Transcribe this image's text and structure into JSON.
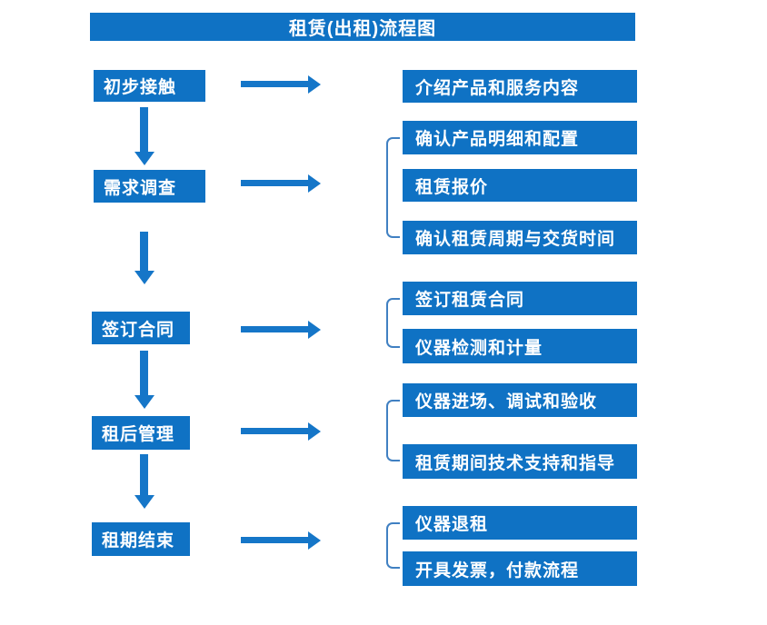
{
  "title": "租赁(出租)流程图",
  "colors": {
    "box_blue": "#0f72c4",
    "arrow_blue": "#1576c8",
    "bracket_blue": "#4080c2",
    "text_white": "#ffffff",
    "background": "#ffffff"
  },
  "stages": [
    {
      "label": "初步接触",
      "outputs": [
        "介绍产品和服务内容"
      ]
    },
    {
      "label": "需求调查",
      "outputs": [
        "确认产品明细和配置",
        "租赁报价",
        "确认租赁周期与交货时间"
      ]
    },
    {
      "label": "签订合同",
      "outputs": [
        "签订租赁合同",
        "仪器检测和计量"
      ]
    },
    {
      "label": "租后管理",
      "outputs": [
        "仪器进场、调试和验收",
        "租赁期间技术支持和指导"
      ]
    },
    {
      "label": "租期结束",
      "outputs": [
        "仪器退租",
        "开具发票，付款流程"
      ]
    }
  ]
}
